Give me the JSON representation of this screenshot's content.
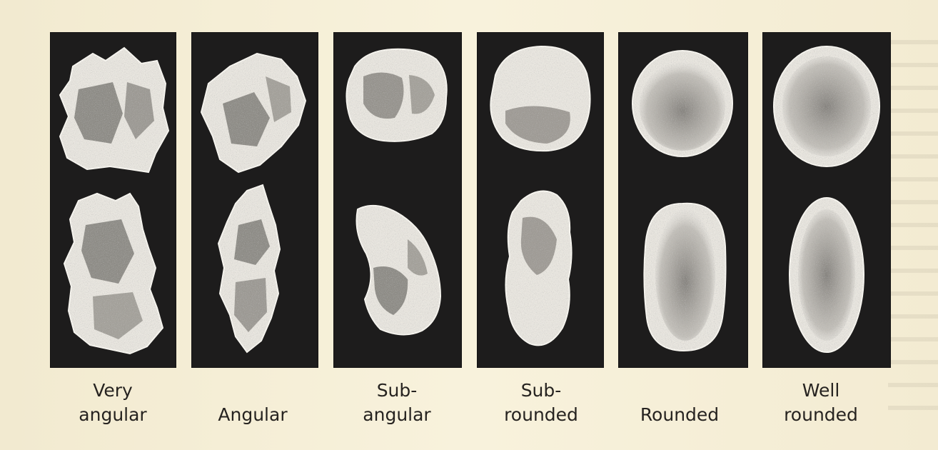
{
  "panels": [
    {
      "name": "very-angular",
      "label_lines": [
        "Very",
        "angular"
      ]
    },
    {
      "name": "angular",
      "label_lines": [
        "",
        "Angular"
      ]
    },
    {
      "name": "sub-angular",
      "label_lines": [
        "Sub-",
        "angular"
      ]
    },
    {
      "name": "sub-rounded",
      "label_lines": [
        "Sub-",
        "rounded"
      ]
    },
    {
      "name": "rounded",
      "label_lines": [
        "",
        "Rounded"
      ]
    },
    {
      "name": "well-rounded",
      "label_lines": [
        "Well",
        "rounded"
      ]
    }
  ],
  "colors": {
    "paper": "#f7f0d6",
    "panel": "#1d1c1c",
    "grain": "#e9e6df",
    "text": "#262320"
  }
}
